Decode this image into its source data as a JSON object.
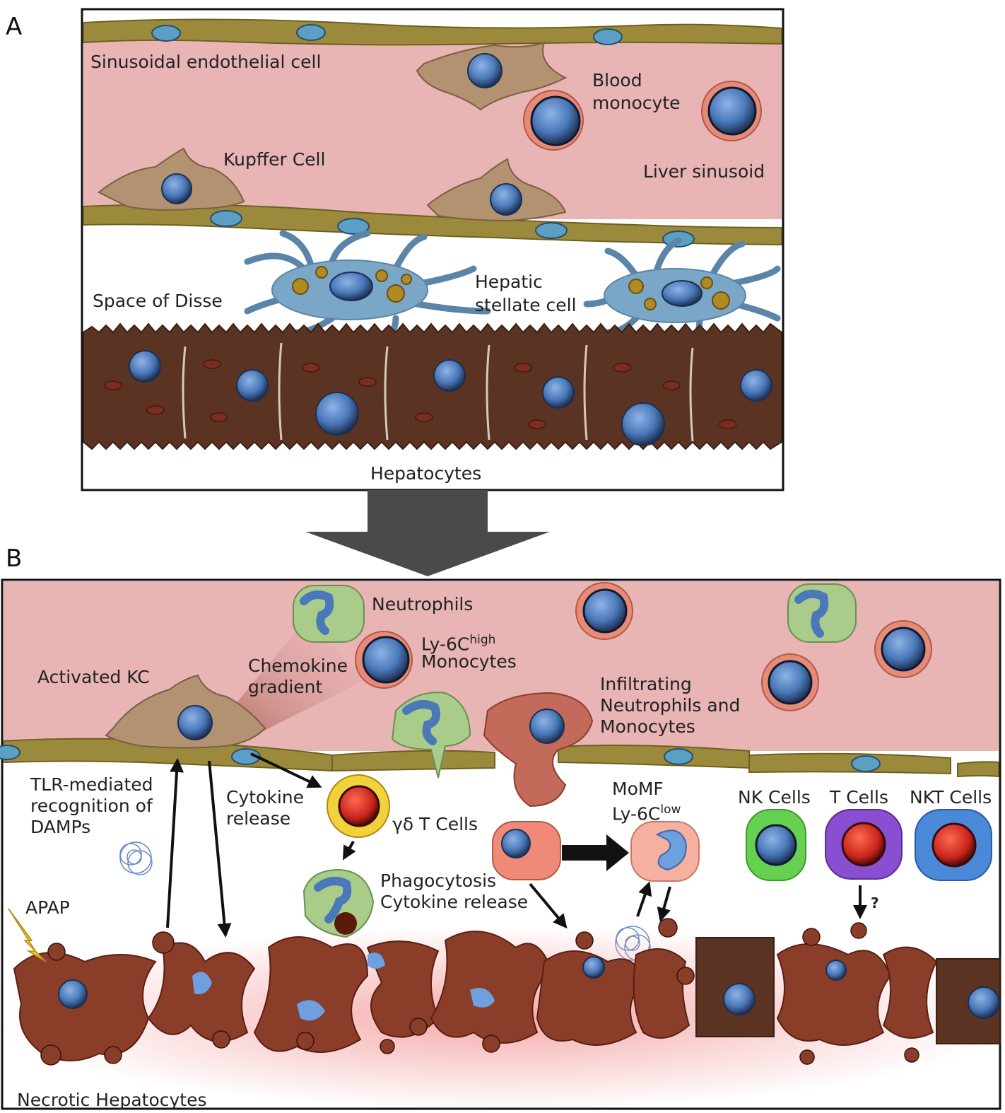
{
  "panel_a": {
    "letter": "A",
    "labels": {
      "sinusoidal_endothelial_cell": "Sinusoidal endothelial cell",
      "blood_monocyte_line1": "Blood",
      "blood_monocyte_line2": "monocyte",
      "kupffer_cell": "Kupffer Cell",
      "liver_sinusoid": "Liver sinusoid",
      "space_of_disse": "Space of Disse",
      "hepatic_stellate_line1": "Hepatic",
      "hepatic_stellate_line2": "stellate cell",
      "hepatocytes": "Hepatocytes"
    }
  },
  "panel_b": {
    "letter": "B",
    "labels": {
      "neutrophils": "Neutrophils",
      "ly6c_high_base": "Ly-6C",
      "ly6c_high_sup": "high",
      "monocytes": "Monocytes",
      "activated_kc": "Activated KC",
      "chemokine_line1": "Chemokine",
      "chemokine_line2": "gradient",
      "infiltrating_line1": "Infiltrating",
      "infiltrating_line2": "Neutrophils and",
      "infiltrating_line3": "Monocytes",
      "tlr_line1": "TLR-mediated",
      "tlr_line2": "recognition of",
      "tlr_line3": "DAMPs",
      "cytokine_release_line1": "Cytokine",
      "cytokine_release_line2": "release",
      "gd_t_cells": "γδ T Cells",
      "momf": "MoMF",
      "ly6c_low_base": "Ly-6C",
      "ly6c_low_sup": "low",
      "nk_cells": "NK Cells",
      "t_cells": "T Cells",
      "nkt_cells": "NKT Cells",
      "apap": "APAP",
      "phagocytosis": "Phagocytosis",
      "cytokine_release_2": "Cytokine release",
      "question_mark": "?",
      "necrotic_hepatocytes": "Necrotic Hepatocytes"
    }
  },
  "colors": {
    "sinusoid": "#e8b4b4",
    "endothelium": "#9c8a3c",
    "kupffer": "#b39272",
    "nucleus": "#4a78b8",
    "stellate": "#7aa7c7",
    "hepatocyte": "#5a3322",
    "necrotic": "#8a3e2a",
    "neutrophil": "#a9cc8a",
    "monocyte": "#e88a78",
    "gd_t_cell": "#f2d23c",
    "nk_cell": "#66d050",
    "t_cell": "#8a4fd0",
    "nkt_cell": "#4a88d8",
    "arrow_gray": "#4a4a4a"
  }
}
